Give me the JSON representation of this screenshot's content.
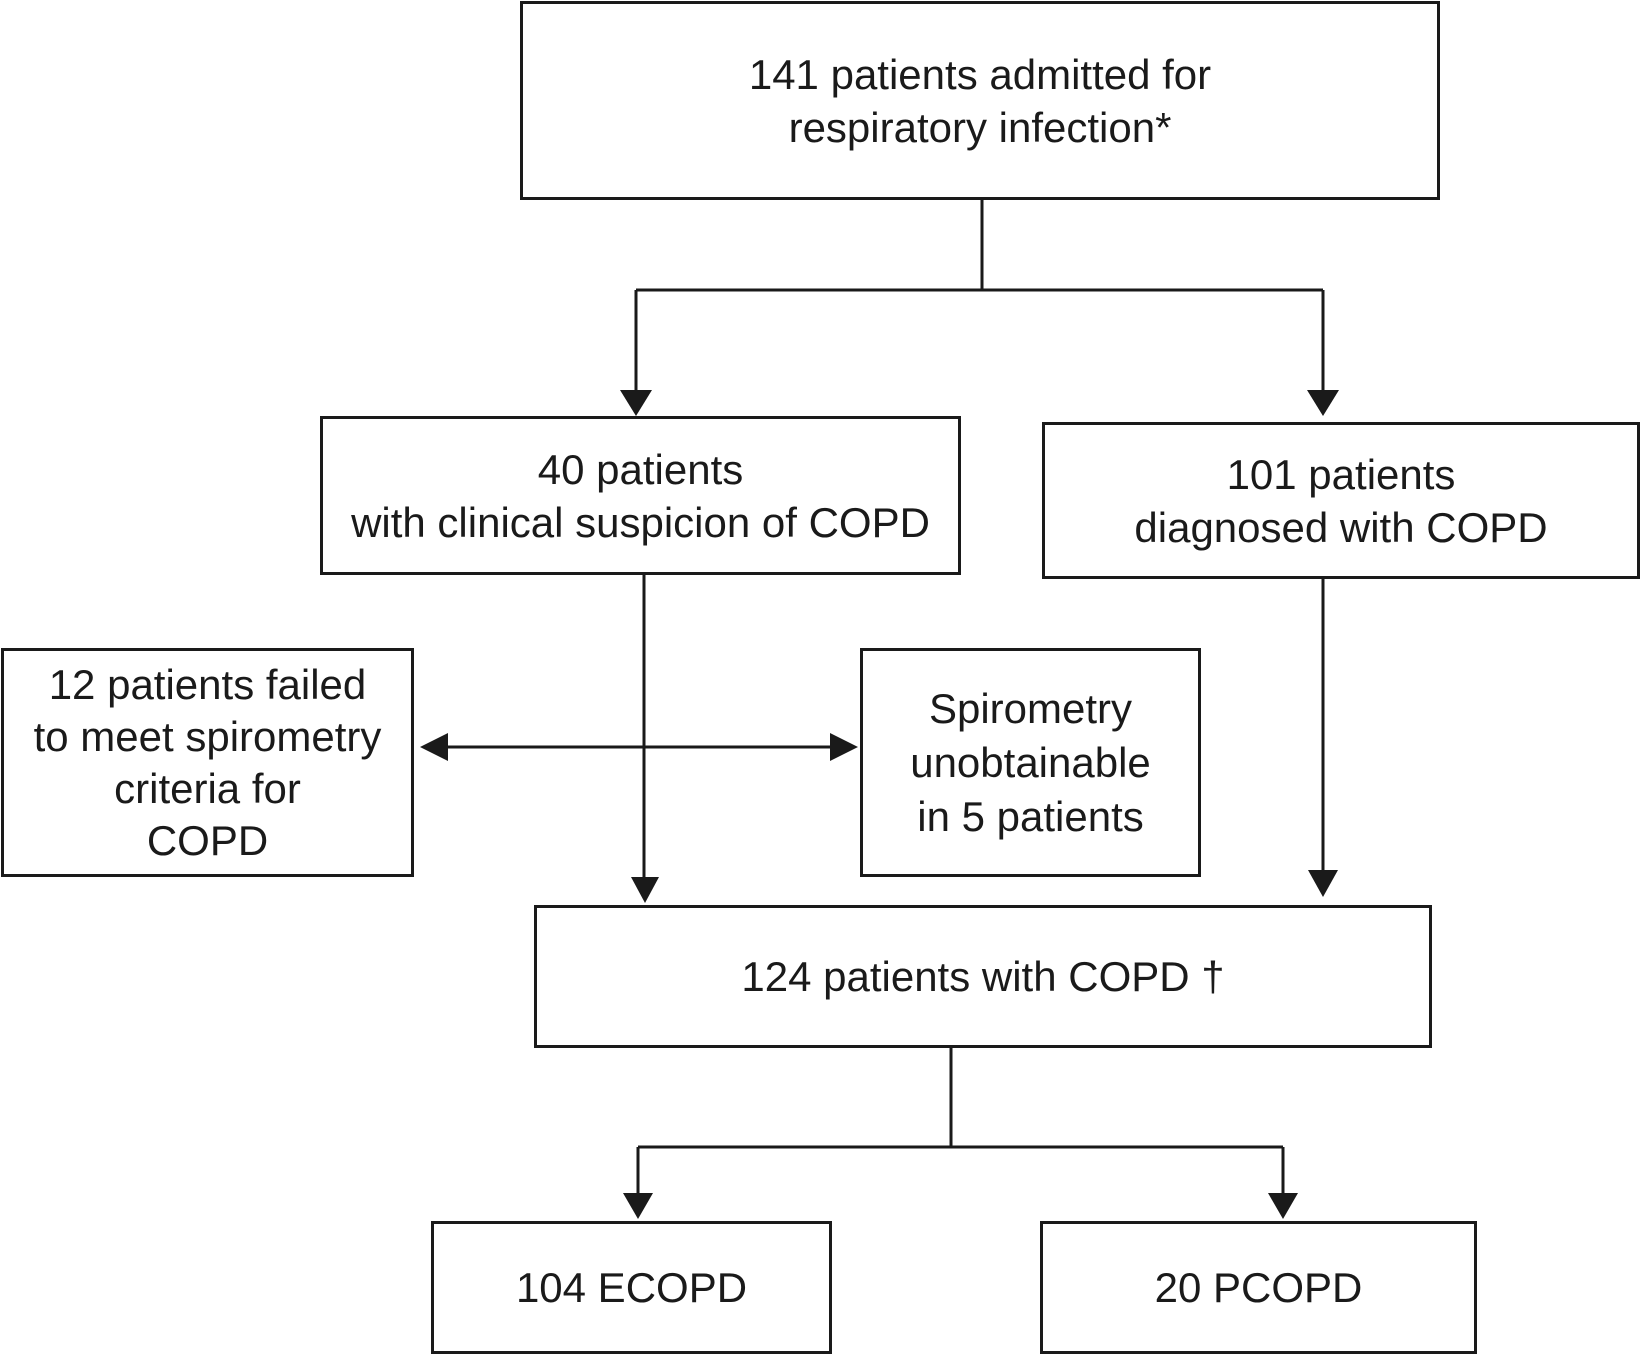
{
  "flowchart": {
    "admitted": {
      "line1": "141 patients admitted for",
      "line2": "respiratory infection*"
    },
    "suspicion": {
      "line1": "40 patients",
      "line2": "with clinical suspicion of COPD"
    },
    "diagnosed": {
      "line1": "101 patients",
      "line2": "diagnosed with COPD"
    },
    "failed": {
      "line1": "12 patients failed",
      "line2": "to meet spirometry",
      "line3": "criteria for",
      "line4": "COPD"
    },
    "unobtainable": {
      "line1": "Spirometry",
      "line2": "unobtainable",
      "line3": "in 5 patients"
    },
    "copd_total": {
      "line1": "124 patients with COPD †"
    },
    "ecopd": {
      "line1": "104 ECOPD"
    },
    "pcopd": {
      "line1": "20 PCOPD"
    }
  },
  "style": {
    "line_color": "#1a1a1a",
    "background": "#ffffff"
  }
}
